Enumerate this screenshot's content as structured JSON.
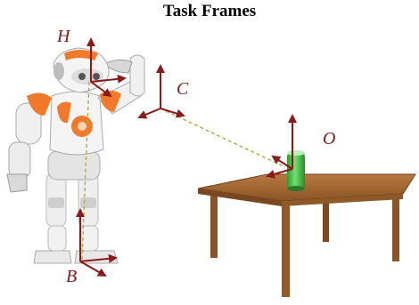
{
  "title": "Task Frames",
  "frames": {
    "H": "H",
    "C": "C",
    "O": "O",
    "B": "B"
  },
  "colors": {
    "axis": "#8b1a1a",
    "dashed_line": "#a8a83a",
    "robot_orange": "#f07a2a",
    "robot_white": "#eeeeee",
    "table_wood": "#a0632f",
    "cup_green": "#3fbf3f"
  }
}
